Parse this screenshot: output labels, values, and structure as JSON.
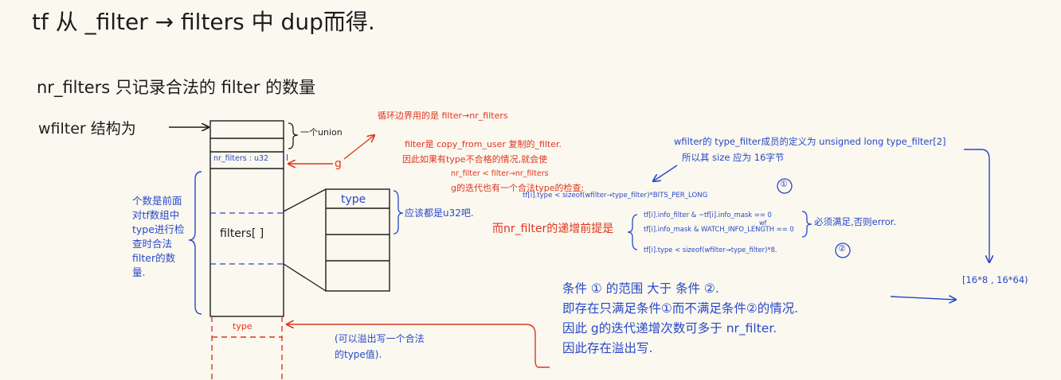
{
  "title_line1": "tf 从 _filter → filters 中 dup而得.",
  "title_line2": "nr_filters 只记录合法的 filter 的数量",
  "struct_label": "wfilter 结构为",
  "union_label": "一个union",
  "nr_filters_field": "nr_filters : u32",
  "field_marker_l": "l",
  "filters_field": "filters[ ]",
  "left_note": [
    "个数是前面",
    "对tf数组中",
    "type进行检",
    "查时合法",
    "filter的数",
    "量."
  ],
  "type_box_label": "type",
  "type_note": "应该都是u32吧.",
  "red_notes": {
    "loop": "循环边界用的是 filter→nr_filters",
    "g_mark": "g",
    "line1": "filter是 copy_from_user 复制的_filter.",
    "line2": "因此如果有type不合格的情况,就会使",
    "line3": "nr_filter < filter→nr_filters",
    "line4": "g的迭代也有一个合法type的检查:",
    "incr_rule": "而nr_filter的递增前提是",
    "overflow_type": "type",
    "overflow_note": [
      "(可以溢出写一个合法",
      "的type值)."
    ]
  },
  "blue_notes": {
    "type_filter_def": "wfilter的 type_filter成员的定义为 unsigned long type_filter[2]",
    "size_note": "所以其 size 应为 16字节",
    "cond1": "tf[i].type < sizeof(wfilter→type_filter)*BITS_PER_LONG",
    "cond1_num": "①",
    "cond_a": "tf[i].info_filter & ~tf[i].info_mask == 0",
    "cond_a_sub": "wf",
    "cond_b": "tf[i].info_mask & WATCH_INFO_LENGTH == 0",
    "cond2": "tf[i].type < sizeof(wfilter→type_filter)*8.",
    "cond2_num": "②",
    "must_note": "必须满足,否则error.",
    "range": "[16*8 , 16*64)",
    "conclusion": [
      "条件 ① 的范围 大于 条件 ②.",
      "即存在只满足条件①而不满足条件②的情况.",
      "因此 g的迭代递增次数可多于 nr_filter.",
      "因此存在溢出写."
    ]
  },
  "colors": {
    "ink_black": "#1c1c1c",
    "ink_red": "#e0351f",
    "ink_blue": "#2748c9",
    "paper": "#fbf8ef"
  }
}
